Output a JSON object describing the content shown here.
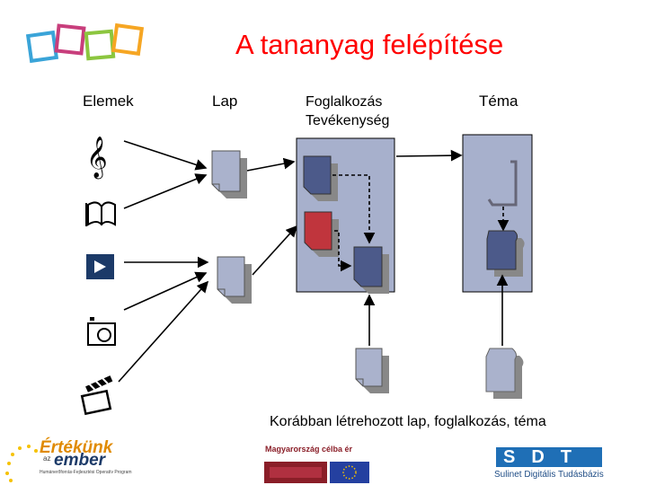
{
  "title": "A tananyag felépítése",
  "columns": {
    "elements": "Elemek",
    "page": "Lap",
    "activity_line1": "Foglalkozás",
    "activity_line2": "Tevékenység",
    "topic": "Téma"
  },
  "caption": "Korábban létrehozott lap, foglalkozás, téma",
  "element_icons": [
    "music-note-icon",
    "book-icon",
    "play-icon",
    "camera-icon",
    "clapperboard-icon"
  ],
  "colors": {
    "title": "#ff0000",
    "frame_fill": "#a7b0cc",
    "page_light": "#aab2cc",
    "page_dark": "#4c5a8a",
    "page_red": "#c0353d",
    "square_colors": [
      "#3aa4d8",
      "#c83e7c",
      "#8cc63f",
      "#f6a623"
    ]
  },
  "logos": {
    "left_line1": "Értékünk",
    "left_small": "az",
    "left_line2": "ember",
    "left_tagline": "Humánerőforrás-Fejlesztési Operatív Program",
    "middle_header": "Magyarország célba ér",
    "right_name": "SDT",
    "right_tagline": "Sulinet Digitális Tudásbázis"
  }
}
